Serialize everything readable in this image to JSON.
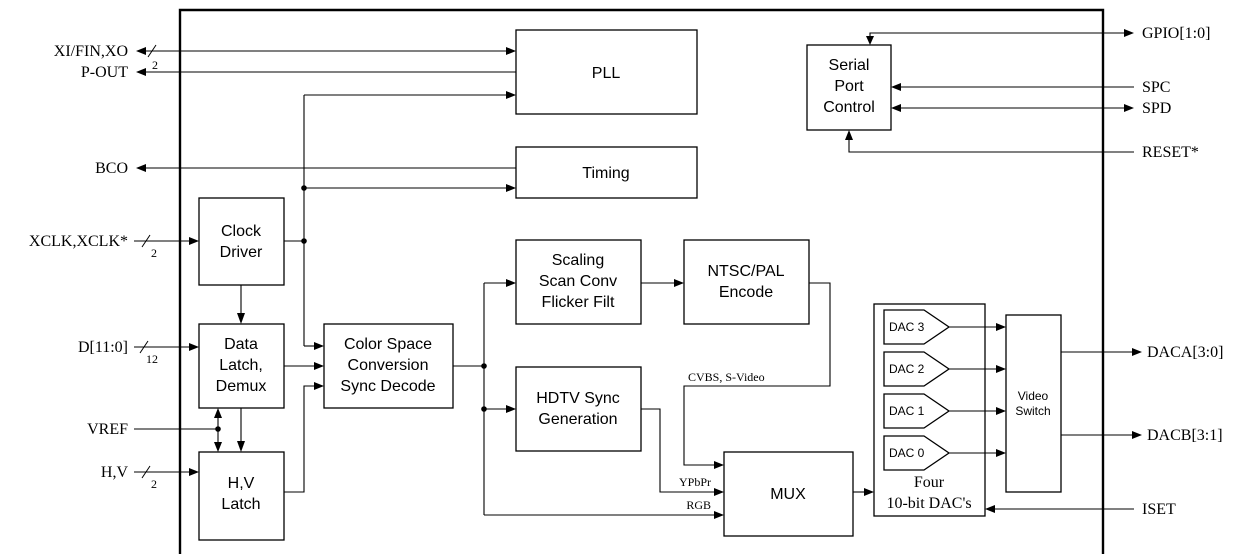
{
  "blocks": {
    "pll": "PLL",
    "timing": "Timing",
    "clock_driver": [
      "Clock",
      "Driver"
    ],
    "data_latch": [
      "Data",
      "Latch,",
      "Demux"
    ],
    "hv_latch": [
      "H,V",
      "Latch"
    ],
    "color_space": [
      "Color Space",
      "Conversion",
      "Sync Decode"
    ],
    "scaling": [
      "Scaling",
      "Scan Conv",
      "Flicker Filt"
    ],
    "encoder": [
      "NTSC/PAL",
      "Encode"
    ],
    "hdtv_sync": [
      "HDTV Sync",
      "Generation"
    ],
    "mux": "MUX",
    "serial_port": [
      "Serial",
      "Port",
      "Control"
    ],
    "video_switch": [
      "Video",
      "Switch"
    ],
    "dacs": [
      "DAC 3",
      "DAC 2",
      "DAC 1",
      "DAC 0"
    ],
    "dac_group": [
      "Four",
      "10-bit DAC's"
    ]
  },
  "pins_left": {
    "xi": "XI/FIN,XO",
    "pout": "P-OUT",
    "bco": "BCO",
    "xclk": "XCLK,XCLK*",
    "d": "D[11:0]",
    "vref": "VREF",
    "hv": "H,V"
  },
  "pins_right": {
    "gpio": "GPIO[1:0]",
    "spc": "SPC",
    "spd": "SPD",
    "reset": "RESET*",
    "daca": "DACA[3:0]",
    "dacb": "DACB[3:1]",
    "iset": "ISET"
  },
  "bus_widths": {
    "xi": "2",
    "xclk": "2",
    "d": "12",
    "hv": "2"
  },
  "signals": {
    "cvbs": "CVBS, S-Video",
    "ypbpr": "YPbPr",
    "rgb": "RGB"
  }
}
